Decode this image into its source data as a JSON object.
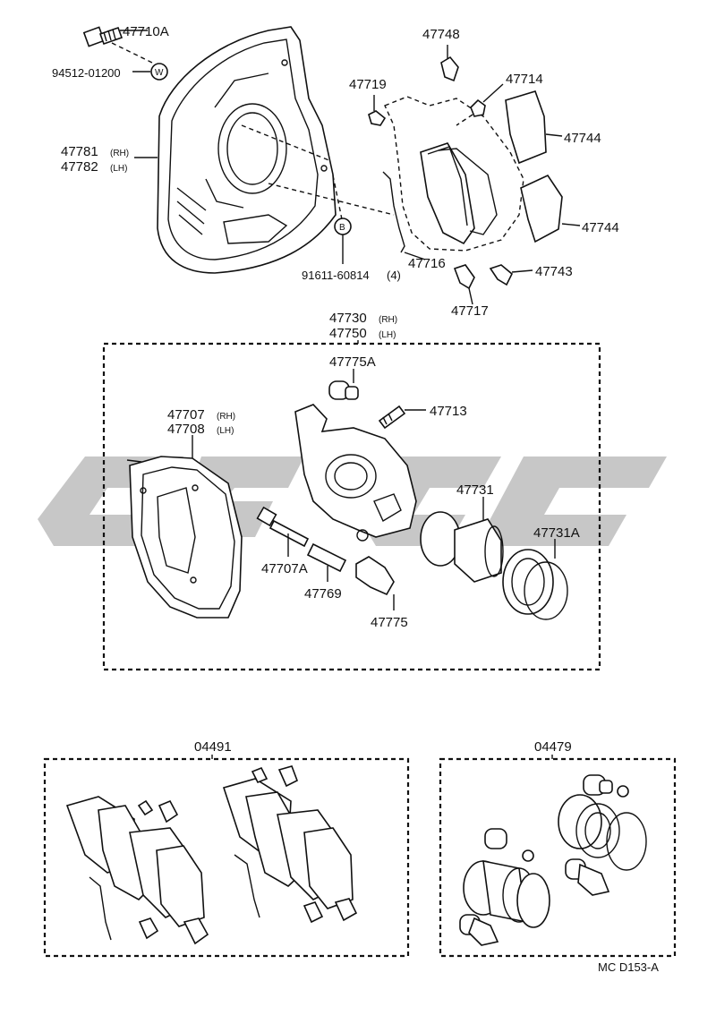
{
  "diagram": {
    "watermark_text": "",
    "drawing_code": "MC  D153-A",
    "labels": {
      "bolt": "47710A",
      "washer_w": "94512-01200",
      "dust_cover_rh": "47781",
      "dust_cover_lh": "47782",
      "rh_tag": "(RH)",
      "lh_tag": "(LH)",
      "bolt_b": "91611-60814",
      "bolt_b_qty": "(4)",
      "clip_47748": "47748",
      "clip_47719": "47719",
      "shim_47714": "47714",
      "shim_47744a": "47744",
      "shim_47744b": "47744",
      "spring_47716": "47716",
      "clip_47743": "47743",
      "clip_47717": "47717",
      "cylinder_rh": "47730",
      "cylinder_lh": "47750",
      "boot_47775a": "47775A",
      "bleeder_47713": "47713",
      "mounting_rh": "47707",
      "mounting_lh": "47708",
      "piston_47731": "47731",
      "seal_47731a": "47731A",
      "pin_bolt_47707a": "47707A",
      "bushing_47769": "47769",
      "boot_47775": "47775",
      "kit_pads": "04491",
      "kit_cylinder": "04479"
    },
    "symbols": {
      "w_mark": "W",
      "b_mark": "B"
    }
  }
}
